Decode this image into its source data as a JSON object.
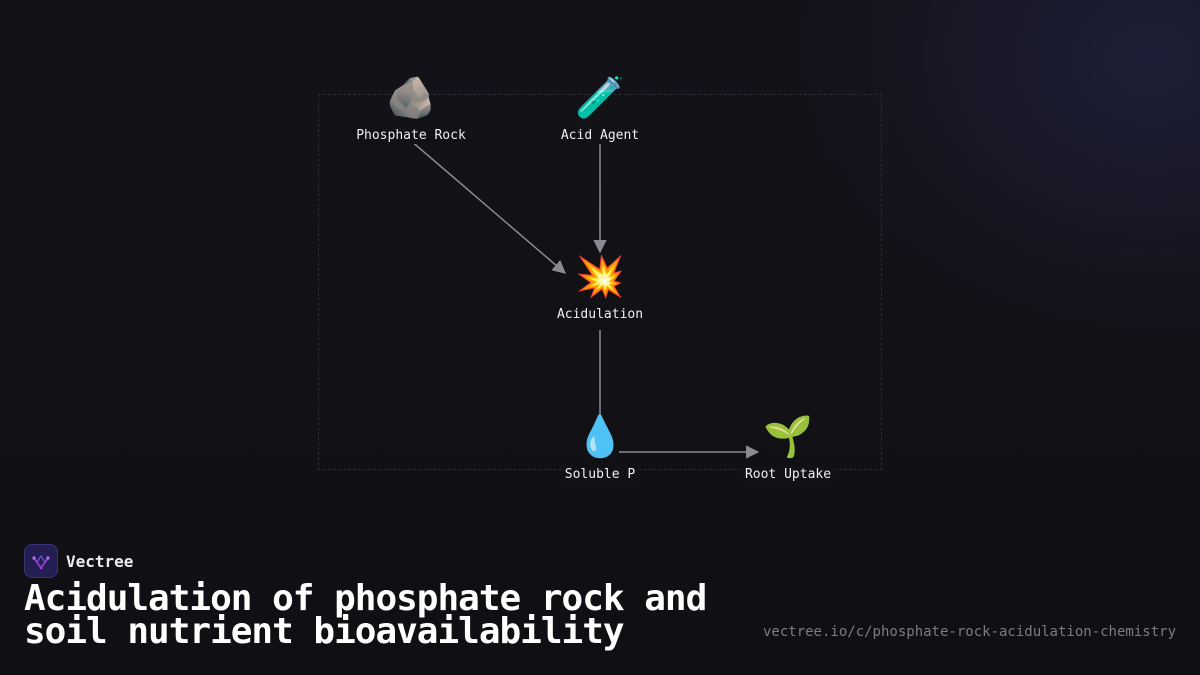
{
  "diagram": {
    "nodes": [
      {
        "id": "rock",
        "icon": "rock-icon",
        "emoji": "🪨",
        "label": "Phosphate Rock"
      },
      {
        "id": "acid",
        "icon": "test-tube-icon",
        "emoji": "🧪",
        "label": "Acid Agent"
      },
      {
        "id": "acidulation",
        "icon": "collision-icon",
        "emoji": "💥",
        "label": "Acidulation"
      },
      {
        "id": "soluble",
        "icon": "droplet-icon",
        "emoji": "💧",
        "label": "Soluble P"
      },
      {
        "id": "uptake",
        "icon": "seedling-icon",
        "emoji": "🌱",
        "label": "Root Uptake"
      }
    ],
    "edges": [
      {
        "from": "rock",
        "to": "acidulation"
      },
      {
        "from": "acid",
        "to": "acidulation"
      },
      {
        "from": "acidulation",
        "to": "soluble"
      },
      {
        "from": "soluble",
        "to": "uptake"
      }
    ]
  },
  "brand": {
    "name": "Vectree",
    "logo_icon": "vectree-logo-icon"
  },
  "title": "Acidulation of phosphate rock and soil nutrient bioavailability",
  "url": "vectree.io/c/phosphate-rock-acidulation-chemistry",
  "colors": {
    "background": "#111116",
    "edge": "#8a8a92",
    "brand_accent": "#a03cd8"
  }
}
